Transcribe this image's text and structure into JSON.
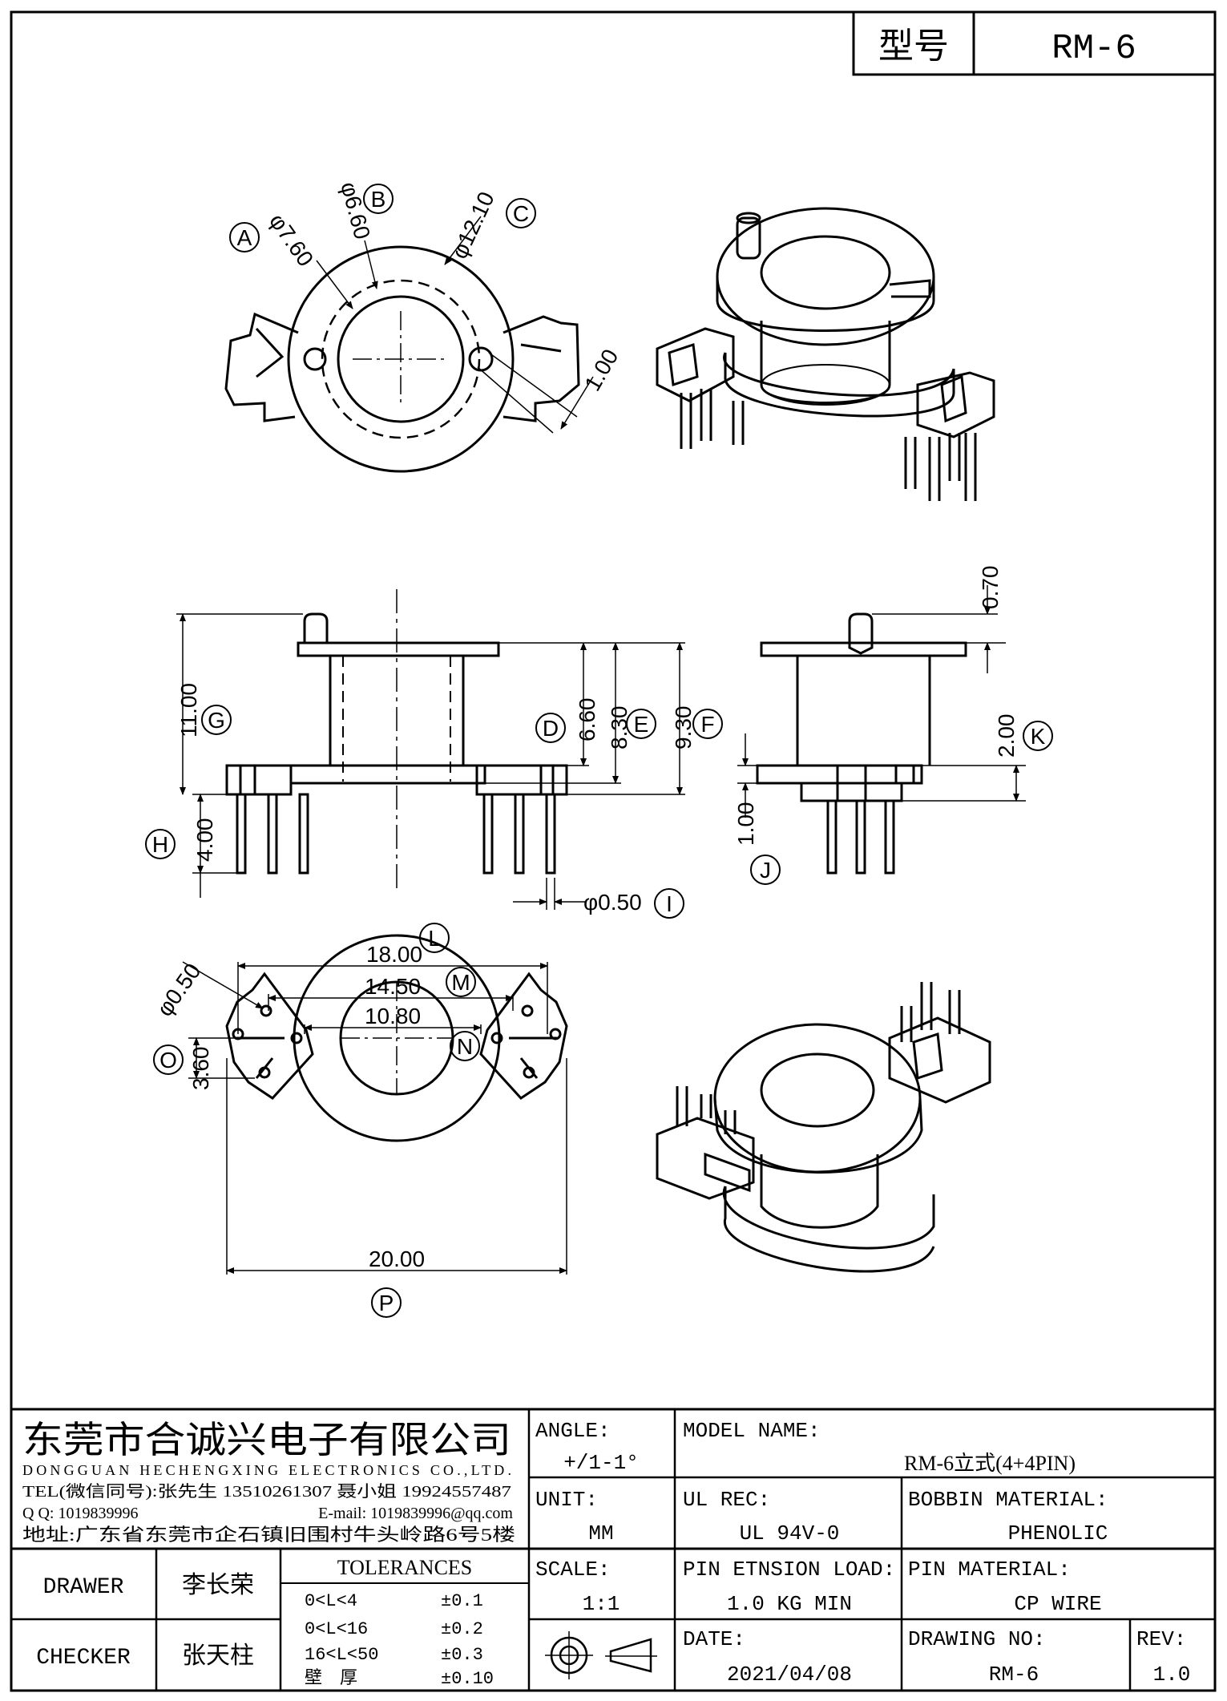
{
  "header": {
    "model_label": "型号",
    "model_value": "RM-6"
  },
  "dims": {
    "A": "A",
    "B": "B",
    "C": "C",
    "D": "D",
    "E": "E",
    "F": "F",
    "G": "G",
    "H": "H",
    "I": "I",
    "J": "J",
    "K": "K",
    "L": "L",
    "M": "M",
    "N": "N",
    "O": "O",
    "P": "P",
    "phi_760": "φ7.60",
    "phi_660": "φ6.60",
    "phi_1210": "φ12.10",
    "slot_100": "1.00",
    "d_1100": "11.00",
    "d_400": "4.00",
    "d_660": "6.60",
    "d_830": "8.30",
    "d_930": "9.30",
    "phi_050_pin": "φ0.50",
    "d_070": "0.70",
    "d_200": "2.00",
    "d_100": "1.00",
    "d_1800": "18.00",
    "d_1450": "14.50",
    "d_1080": "10.80",
    "phi_050": "φ0.50",
    "d_360": "3.60",
    "d_2000": "20.00"
  },
  "company": {
    "name_cn": "东莞市合诚兴电子有限公司",
    "name_en": "DONGGUAN HECHENGXING ELECTRONICS CO.,LTD.",
    "tel": "TEL(微信同号):张先生 13510261307 聂小姐 19924557487",
    "qq_label": "Q Q: 1019839996",
    "email": "E-mail: 1019839996@qq.com",
    "address": "地址:广东省东莞市企石镇旧围村牛头岭路6号5楼"
  },
  "title_block": {
    "angle_label": "ANGLE:",
    "angle_value": "+/1-1°",
    "unit_label": "UNIT:",
    "unit_value": "MM",
    "scale_label": "SCALE:",
    "scale_value": "1:1",
    "model_name_label": "MODEL NAME:",
    "model_name_value": "RM-6立式(4+4PIN)",
    "ul_label": "UL REC:",
    "ul_value": "UL 94V-0",
    "bobbin_label": "BOBBIN MATERIAL:",
    "bobbin_value": "PHENOLIC",
    "pin_load_label": "PIN ETNSION LOAD:",
    "pin_load_value": "1.0 KG MIN",
    "pin_material_label": "PIN MATERIAL:",
    "pin_material_value": "CP WIRE",
    "date_label": "DATE:",
    "date_value": "2021/04/08",
    "drawing_no_label": "DRAWING NO:",
    "drawing_no_value": "RM-6",
    "rev_label": "REV:",
    "rev_value": "1.0",
    "drawer_label": "DRAWER",
    "drawer_value": "李长荣",
    "checker_label": "CHECKER",
    "checker_value": "张天柱",
    "tolerances_label": "TOLERANCES",
    "tolerances": [
      {
        "range": "0<L<4",
        "value": "±0.1"
      },
      {
        "range": "0<L<16",
        "value": "±0.2"
      },
      {
        "range": "16<L<50",
        "value": "±0.3"
      },
      {
        "range": "壁　厚",
        "value": "±0.10"
      }
    ]
  }
}
